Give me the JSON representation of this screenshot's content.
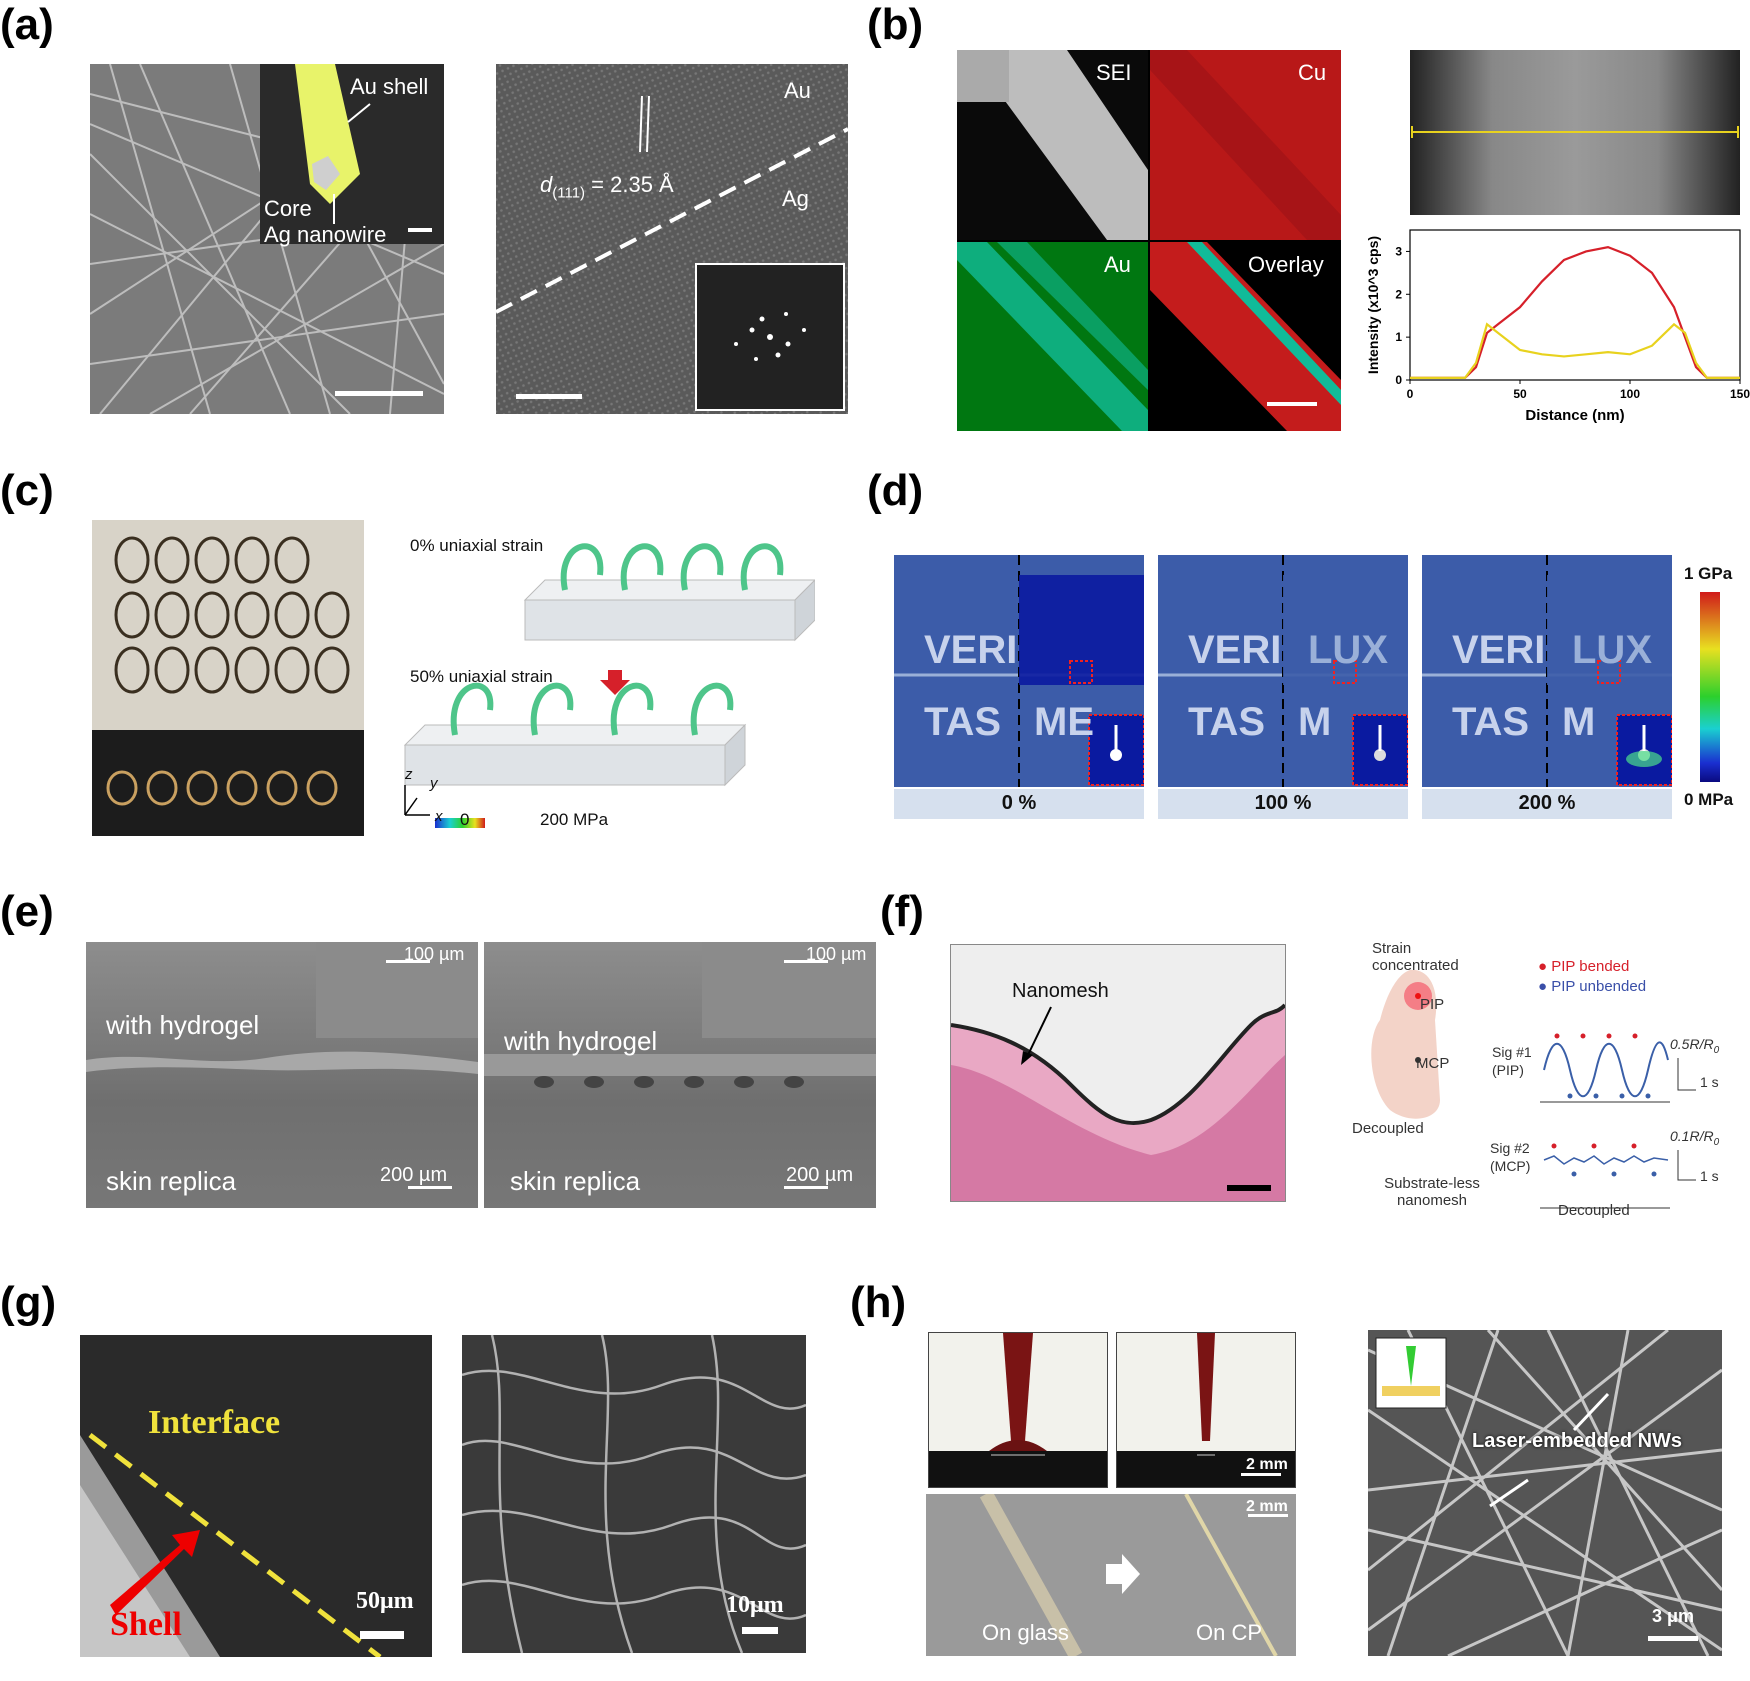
{
  "panels": {
    "a": {
      "label": "(a)",
      "au_shell": "Au shell",
      "core": "Core",
      "ag_nanowire": "Ag nanowire",
      "d_spacing": "d",
      "d_sub": "(111)",
      "d_value": " = 2.35 Å",
      "au": "Au",
      "ag": "Ag"
    },
    "b": {
      "label": "(b)",
      "sei": "SEI",
      "cu": "Cu",
      "au": "Au",
      "overlay": "Overlay",
      "chart_data": {
        "type": "line",
        "xlabel": "Distance (nm)",
        "ylabel": "Intensity (x10^3 cps)",
        "x_ticks": [
          "0",
          "50",
          "100",
          "150"
        ],
        "y_ticks": [
          "0",
          "1",
          "2",
          "3"
        ],
        "xlim": [
          0,
          150
        ],
        "ylim": [
          0,
          3.5
        ],
        "series": [
          {
            "color": "#d6202a",
            "x": [
              0,
              25,
              30,
              35,
              40,
              50,
              60,
              70,
              80,
              90,
              100,
              110,
              120,
              125,
              130,
              135,
              150
            ],
            "y": [
              0.05,
              0.05,
              0.3,
              1.1,
              1.3,
              1.7,
              2.3,
              2.8,
              3.0,
              3.1,
              2.9,
              2.5,
              1.7,
              1.0,
              0.3,
              0.05,
              0.05
            ]
          },
          {
            "color": "#e8d21e",
            "x": [
              0,
              25,
              30,
              35,
              40,
              50,
              60,
              70,
              80,
              90,
              100,
              110,
              120,
              125,
              130,
              135,
              150
            ],
            "y": [
              0.05,
              0.05,
              0.4,
              1.3,
              1.1,
              0.7,
              0.6,
              0.55,
              0.6,
              0.65,
              0.6,
              0.8,
              1.3,
              1.1,
              0.4,
              0.05,
              0.05
            ]
          }
        ]
      }
    },
    "c": {
      "label": "(c)",
      "strain0": "0% uniaxial strain",
      "strain50": "50% uniaxial strain",
      "axis_z": "z",
      "axis_y": "y",
      "axis_x": "x",
      "cb_min": "0",
      "cb_max": "200 MPa"
    },
    "d": {
      "label": "(d)",
      "pct": [
        "0 %",
        "100 %",
        "200 %"
      ],
      "cb_max": "1 GPa",
      "cb_min": "0 MPa",
      "verl": "VERI",
      "tas": "TAS",
      "me": "ME",
      "lux": "LUX",
      "m": "M"
    },
    "e": {
      "label": "(e)",
      "hydrogel": "with hydrogel",
      "skin": "skin replica",
      "s100": "100 µm",
      "s200": "200 µm"
    },
    "f": {
      "label": "(f)",
      "nanomesh": "Nanomesh",
      "strain_conc": "Strain concentrated",
      "pip": "PIP",
      "mcp": "MCP",
      "decoupled": "Decoupled",
      "substrate": "Substrate-less nanomesh",
      "legend_bended": "PIP bended",
      "legend_unbended": "PIP unbended",
      "sig1": "Sig #1",
      "sig1b": "(PIP)",
      "sig2": "Sig #2",
      "sig2b": "(MCP)",
      "scale1": "0.5R/R",
      "scale2": "0.1R/R",
      "sub0": "0",
      "t1": "1 s",
      "decoupled2": "Decoupled"
    },
    "g": {
      "label": "(g)",
      "interface": "Interface",
      "shell": "Shell",
      "s50": "50μm",
      "s10": "10μm"
    },
    "h": {
      "label": "(h)",
      "s2mm": "2 mm",
      "on_glass": "On glass",
      "on_cp": "On CP",
      "laser": "Laser-embedded NWs",
      "s3um": "3 μm"
    }
  }
}
